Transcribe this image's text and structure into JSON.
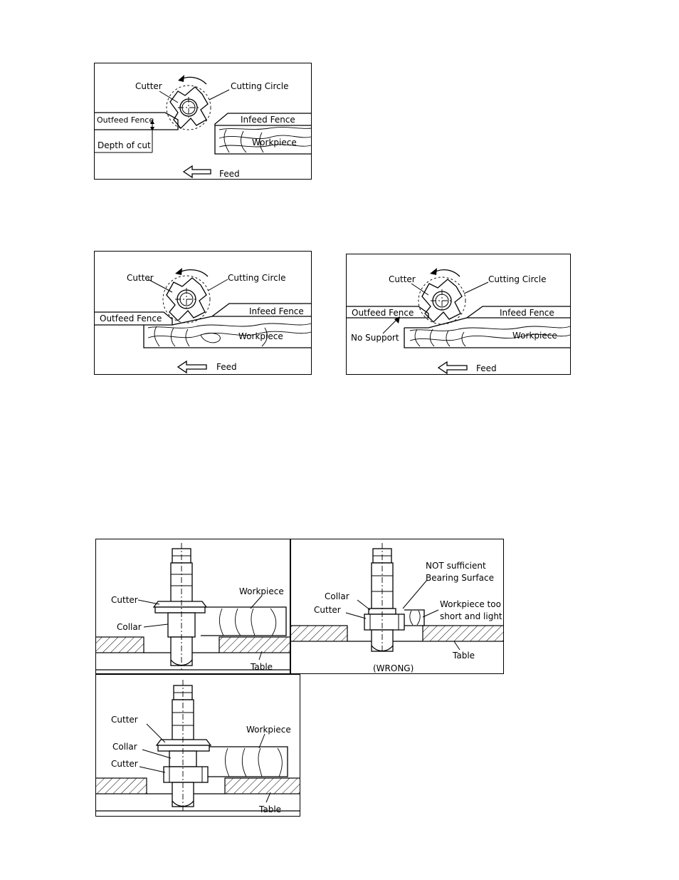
{
  "fig1": {
    "cutter": "Cutter",
    "cutting_circle": "Cutting Circle",
    "outfeed_fence": "Outfeed Fence",
    "infeed_fence": "Infeed Fence",
    "depth_of_cut": "Depth of cut",
    "workpiece": "Workpiece",
    "feed": "Feed"
  },
  "fig2": {
    "cutter": "Cutter",
    "cutting_circle": "Cutting Circle",
    "outfeed_fence": "Outfeed Fence",
    "infeed_fence": "Infeed Fence",
    "workpiece": "Workpiece",
    "feed": "Feed"
  },
  "fig3": {
    "cutter": "Cutter",
    "cutting_circle": "Cutting Circle",
    "outfeed_fence": "Outfeed Fence",
    "infeed_fence": "Infeed Fence",
    "no_support": "No Support",
    "workpiece": "Workpiece",
    "feed": "Feed"
  },
  "fig4": {
    "cutter": "Cutter",
    "workpiece": "Workpiece",
    "collar": "Collar",
    "table": "Table"
  },
  "fig5": {
    "not_sufficient_line1": "NOT sufficient",
    "not_sufficient_line2": "Bearing Surface",
    "collar": "Collar",
    "cutter": "Cutter",
    "workpiece_line1": "Workpiece too",
    "workpiece_line2": "short and light",
    "table": "Table",
    "wrong": "(WRONG)"
  },
  "fig6": {
    "cutter_top": "Cutter",
    "workpiece": "Workpiece",
    "collar": "Collar",
    "cutter_bottom": "Cutter",
    "table": "Table"
  }
}
